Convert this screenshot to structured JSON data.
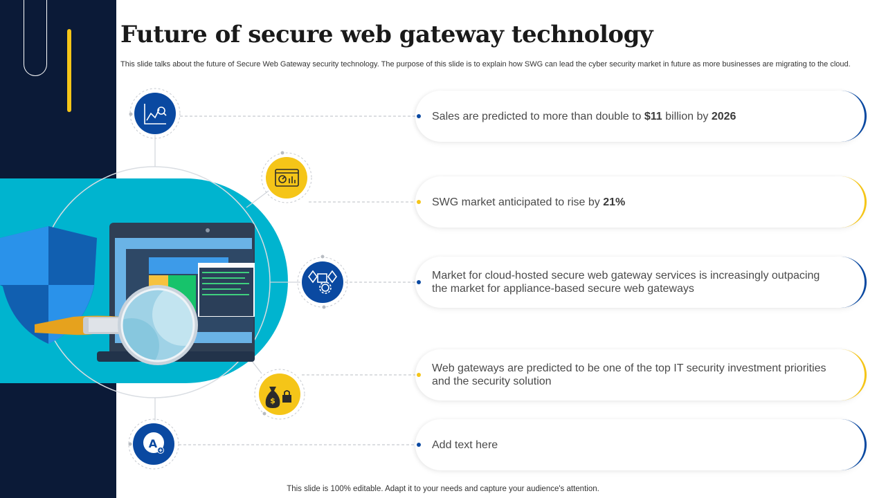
{
  "header": {
    "title": "Future of secure web gateway technology",
    "subtitle": "This slide talks about the future of Secure Web Gateway security technology. The purpose of this slide is to explain how SWG can lead the cyber security market in future as more businesses are migrating to the cloud."
  },
  "items": [
    {
      "parts": [
        "Sales are predicted to more than double to ",
        "$11",
        " billion by ",
        "2026"
      ],
      "accent": "blue",
      "icon": "chart-search-icon"
    },
    {
      "parts": [
        "SWG market anticipated to rise by ",
        "21%"
      ],
      "accent": "yellow",
      "icon": "dashboard-icon"
    },
    {
      "parts": [
        "Market for cloud-hosted secure web gateway services is increasingly outpacing the market for appliance-based secure web gateways"
      ],
      "accent": "blue",
      "icon": "gears-icon"
    },
    {
      "parts": [
        "Web gateways are predicted to be one of the top IT security investment priorities and the security solution"
      ],
      "accent": "yellow",
      "icon": "money-lock-icon"
    },
    {
      "parts": [
        "Add text here"
      ],
      "accent": "blue",
      "icon": "text-tool-icon"
    }
  ],
  "footer": "This slide is 100% editable. Adapt it to your needs and capture your audience's attention.",
  "colors": {
    "navy": "#0b1a37",
    "blue": "#0a49a1",
    "yellow": "#f5c518",
    "teal": "#00b4cf"
  }
}
